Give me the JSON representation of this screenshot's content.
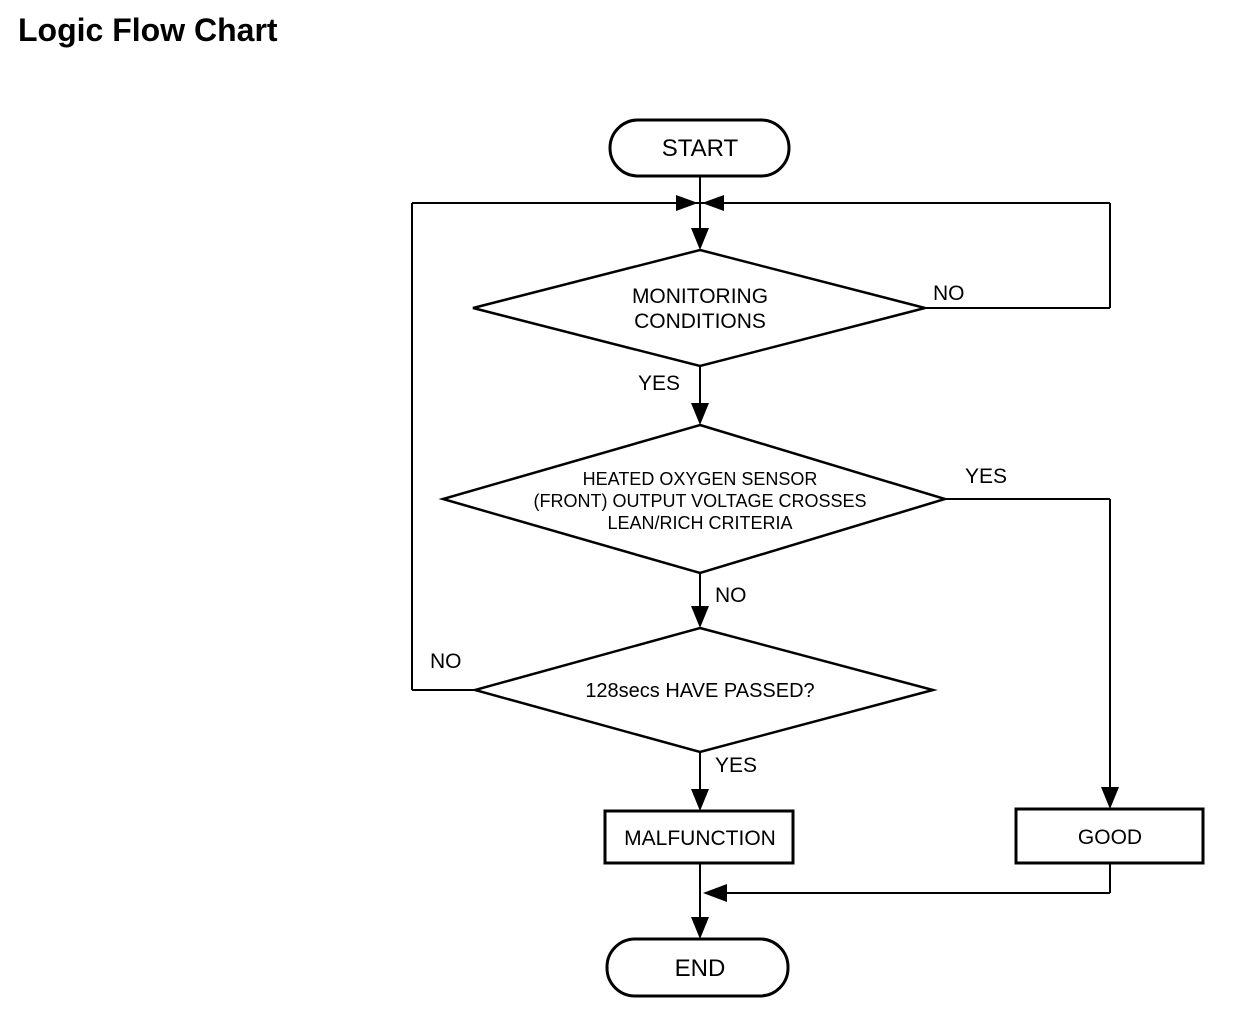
{
  "title": "Logic Flow Chart",
  "colors": {
    "ink": "#000000",
    "background": "#ffffff"
  },
  "flowchart": {
    "nodes": {
      "start": {
        "shape": "terminator",
        "label": "START"
      },
      "monitoring_conditions": {
        "shape": "decision",
        "lines": [
          "MONITORING",
          "CONDITIONS"
        ]
      },
      "o2_sensor_crosses": {
        "shape": "decision",
        "lines": [
          "HEATED OXYGEN SENSOR",
          "(FRONT) OUTPUT VOLTAGE CROSSES",
          "LEAN/RICH CRITERIA"
        ]
      },
      "timeout": {
        "shape": "decision",
        "label": "128secs HAVE PASSED?"
      },
      "malfunction": {
        "shape": "process",
        "label": "MALFUNCTION"
      },
      "good": {
        "shape": "process",
        "label": "GOOD"
      },
      "end": {
        "shape": "terminator",
        "label": "END"
      }
    },
    "edge_labels": {
      "monitoring_no": "NO",
      "monitoring_yes": "YES",
      "o2_yes": "YES",
      "o2_no": "NO",
      "timeout_no": "NO",
      "timeout_yes": "YES"
    }
  }
}
